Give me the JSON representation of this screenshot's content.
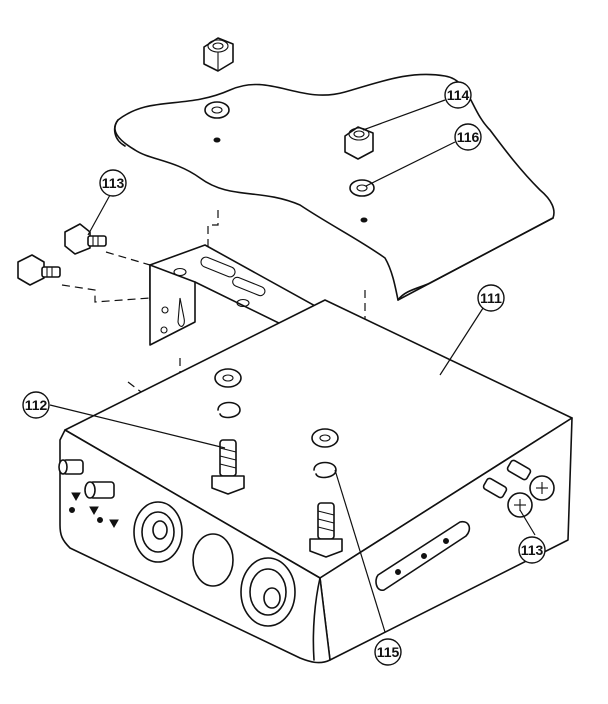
{
  "diagram": {
    "callouts": [
      {
        "id": "c114",
        "label": "114"
      },
      {
        "id": "c116",
        "label": "116"
      },
      {
        "id": "c113a",
        "label": "113"
      },
      {
        "id": "c111",
        "label": "111"
      },
      {
        "id": "c112",
        "label": "112"
      },
      {
        "id": "c113b",
        "label": "113"
      },
      {
        "id": "c115",
        "label": "115"
      }
    ]
  }
}
